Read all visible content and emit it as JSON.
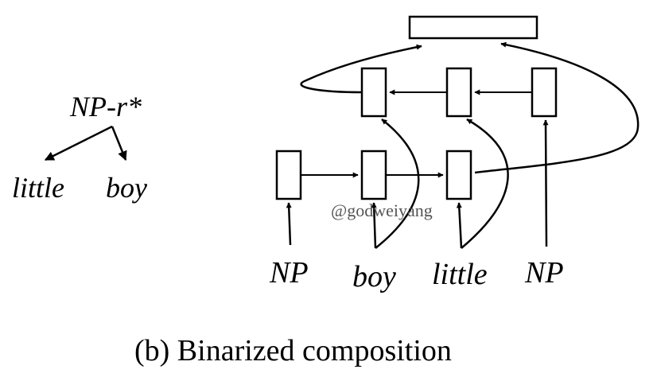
{
  "tree": {
    "root_label": "NP-r*",
    "left_leaf": "little",
    "right_leaf": "boy"
  },
  "network": {
    "inputs": [
      "NP",
      "boy",
      "little",
      "NP"
    ]
  },
  "watermark": "@godweiyang",
  "caption": "(b) Binarized composition",
  "colors": {
    "ink": "#000000",
    "background": "#ffffff"
  }
}
